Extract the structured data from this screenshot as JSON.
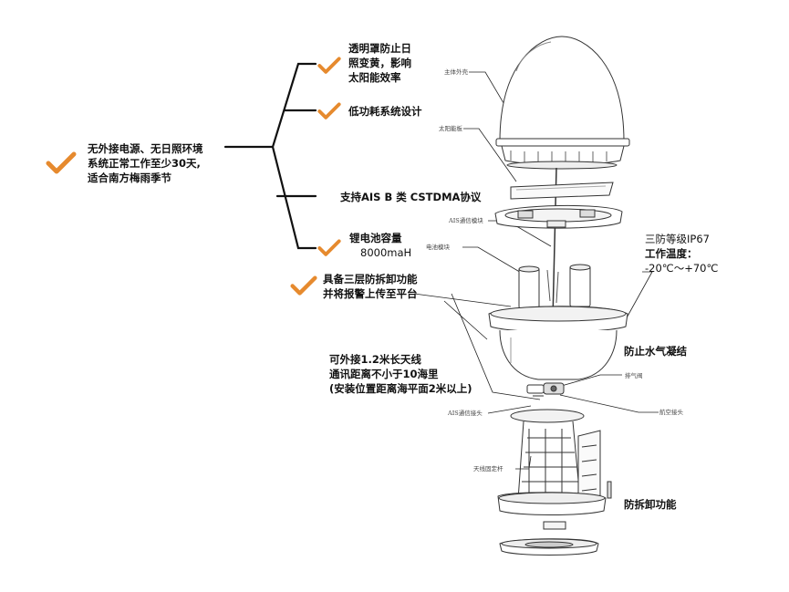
{
  "colors": {
    "check": "#E68A2E",
    "line": "#111111",
    "part": "#333333"
  },
  "icons": [
    "check-icon"
  ],
  "main_feature": {
    "lines": [
      "无外接电源、无日照环境",
      "系统正常工作至少30天,",
      "适合南方梅雨季节"
    ]
  },
  "features": {
    "f1": {
      "lines": [
        "透明罩防止日",
        "照变黄，影响",
        "太阳能效率"
      ]
    },
    "f2": {
      "lines": [
        "低功耗系统设计"
      ]
    },
    "f3": {
      "lines": [
        "支持AIS B 类 CSTDMA协议"
      ]
    },
    "f4": {
      "lines": [
        "锂电池容量",
        "8000maH"
      ]
    },
    "f5": {
      "lines": [
        "具备三层防拆卸功能",
        "并将报警上传至平台"
      ]
    },
    "f6": {
      "lines": [
        "可外接1.2米长天线",
        "通讯距离不小于10海里",
        "(安装位置距离海平面2米以上)"
      ]
    },
    "f7": {
      "lines": [
        "三防等级IP67",
        "工作温度：",
        "-20℃～+70℃"
      ]
    },
    "f8": {
      "lines": [
        "防止水气凝结"
      ]
    },
    "f9": {
      "lines": [
        "防拆卸功能"
      ]
    }
  },
  "part_labels": {
    "outer_shell": "主体外壳",
    "solar_panel": "太阳能板",
    "ais_module": "AIS通信模块",
    "battery_module": "电池模块",
    "vent_valve": "排气阀",
    "aviation_plug": "航空接头",
    "ais_connector": "AIS通信接头",
    "antenna_rod": "天线固定杆"
  }
}
